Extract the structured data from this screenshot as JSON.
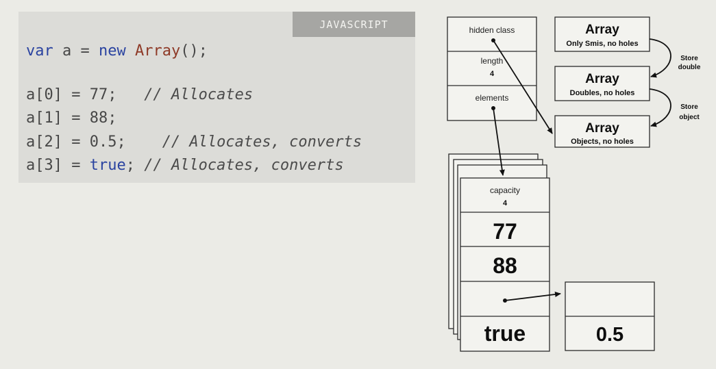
{
  "code": {
    "language": "JAVASCRIPT",
    "lines": [
      {
        "kw1": "var",
        "rest1": " a = ",
        "kw2": "new",
        "sp": " ",
        "fn": "Array",
        "rest2": "();"
      },
      {
        "code": "a[0] = 77;   ",
        "comment": "// Allocates"
      },
      {
        "code": "a[1] = 88;",
        "comment": ""
      },
      {
        "code": "a[2] = 0.5;    ",
        "comment": "// Allocates, converts"
      },
      {
        "code": "a[3] = ",
        "kw": "true",
        "code2": "; ",
        "comment": "// Allocates, converts"
      }
    ]
  },
  "object": {
    "hidden_class": "hidden class",
    "length_label": "length",
    "length_value": "4",
    "elements_label": "elements"
  },
  "maps": [
    {
      "title": "Array",
      "subtitle": "Only Smis, no holes"
    },
    {
      "title": "Array",
      "subtitle": "Doubles, no holes"
    },
    {
      "title": "Array",
      "subtitle": "Objects, no holes"
    }
  ],
  "transitions": [
    {
      "line1": "Store",
      "line2": "double"
    },
    {
      "line1": "Store",
      "line2": "object"
    }
  ],
  "backing_store": {
    "capacity_label": "capacity",
    "capacity_value": "4",
    "cells": [
      "77",
      "88",
      "",
      "true"
    ]
  },
  "heap_number": {
    "value": "0.5"
  }
}
